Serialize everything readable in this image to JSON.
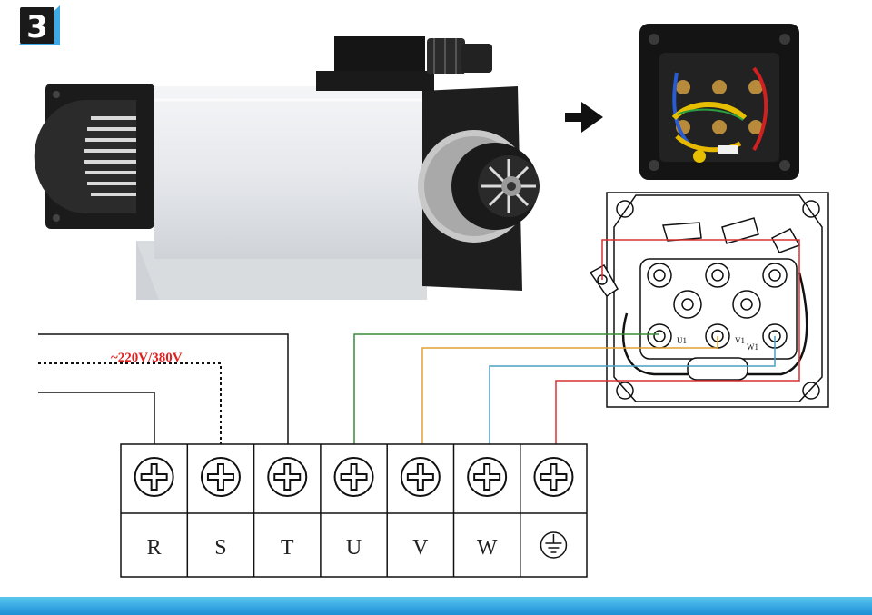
{
  "badge": {
    "number": "3"
  },
  "voltage_label": "~220V/380V",
  "terminals": [
    {
      "label": "R"
    },
    {
      "label": "S"
    },
    {
      "label": "T"
    },
    {
      "label": "U"
    },
    {
      "label": "V"
    },
    {
      "label": "W"
    },
    {
      "label": "",
      "icon": "ground-icon"
    }
  ],
  "motor_terminal_labels": {
    "u": "U1",
    "v": "V1",
    "w": "W1"
  },
  "wire_colors": {
    "u": "#3a8a3a",
    "v": "#e0a030",
    "w": "#4aa0c0",
    "pe": "#d83030",
    "supply": "#111111",
    "footer": "#1e9be0"
  }
}
